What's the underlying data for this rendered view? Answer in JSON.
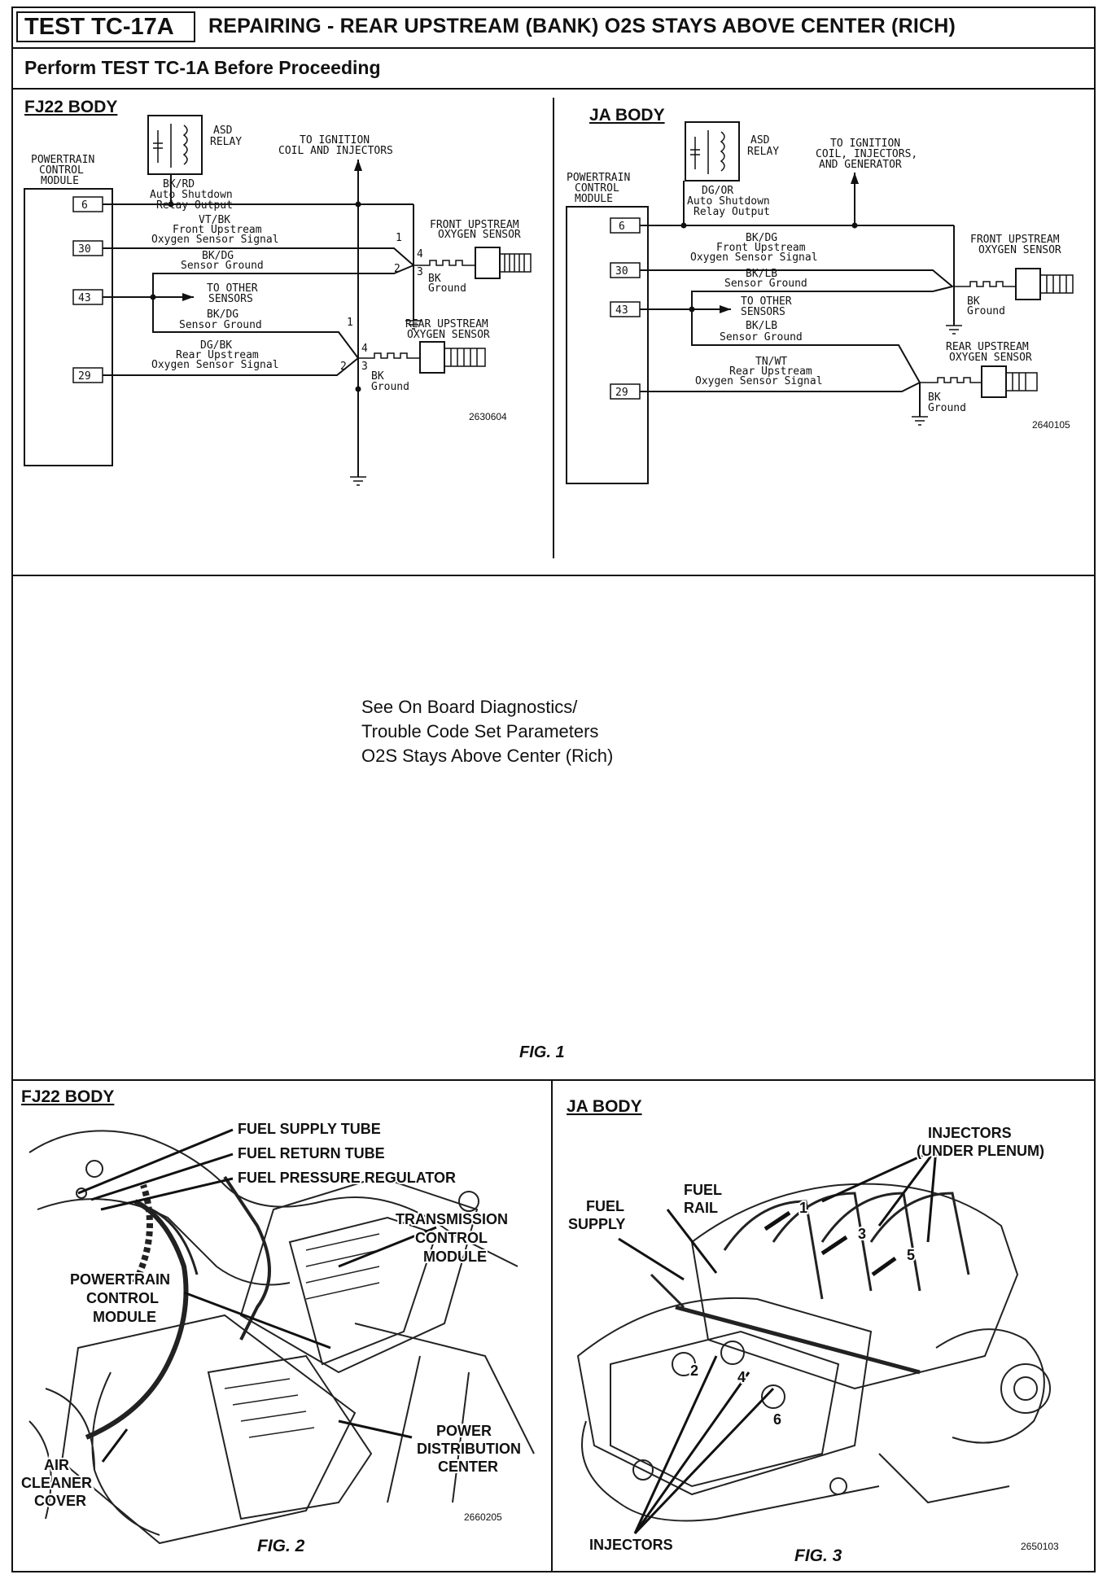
{
  "header": {
    "test_id": "TEST TC-17A",
    "title": "REPAIRING - REAR UPSTREAM (BANK) O2S STAYS ABOVE CENTER (RICH)",
    "perform": "Perform TEST TC-1A Before Proceeding"
  },
  "fj22_schematic": {
    "heading": "FJ22 BODY",
    "pcm": [
      "POWERTRAIN",
      "CONTROL",
      "MODULE"
    ],
    "pins": [
      "6",
      "30",
      "43",
      "29"
    ],
    "asd": [
      "ASD",
      "RELAY"
    ],
    "asd_wire": [
      "BK/RD",
      "Auto Shutdown",
      "Relay Output"
    ],
    "ignition": [
      "TO IGNITION",
      "COIL AND INJECTORS"
    ],
    "front_signal": [
      "VT/BK",
      "Front Upstream",
      "Oxygen Sensor Signal"
    ],
    "front_ground": [
      "BK/DG",
      "Sensor Ground"
    ],
    "other_sensors": [
      "TO OTHER",
      "SENSORS"
    ],
    "rear_ground": [
      "BK/DG",
      "Sensor Ground"
    ],
    "rear_signal": [
      "DG/BK",
      "Rear Upstream",
      "Oxygen Sensor Signal"
    ],
    "front_sensor": [
      "FRONT UPSTREAM",
      "OXYGEN SENSOR"
    ],
    "rear_sensor": [
      "REAR UPSTREAM",
      "OXYGEN SENSOR"
    ],
    "bk_ground": [
      "BK",
      "Ground"
    ],
    "pin_numbers": [
      "1",
      "4",
      "2",
      "3"
    ],
    "part_no": "2630604"
  },
  "ja_schematic": {
    "heading": "JA BODY",
    "pcm": [
      "POWERTRAIN",
      "CONTROL",
      "MODULE"
    ],
    "pins": [
      "6",
      "30",
      "43",
      "29"
    ],
    "asd": [
      "ASD",
      "RELAY"
    ],
    "asd_wire": [
      "DG/OR",
      "Auto Shutdown",
      "Relay Output"
    ],
    "ignition": [
      "TO IGNITION",
      "COIL, INJECTORS,",
      "AND GENERATOR"
    ],
    "front_signal": [
      "BK/DG",
      "Front Upstream",
      "Oxygen Sensor Signal"
    ],
    "front_ground": [
      "BK/LB",
      "Sensor Ground"
    ],
    "other_sensors": [
      "TO OTHER",
      "SENSORS"
    ],
    "rear_ground": [
      "BK/LB",
      "Sensor Ground"
    ],
    "rear_signal": [
      "TN/WT",
      "Rear Upstream",
      "Oxygen Sensor Signal"
    ],
    "front_sensor": [
      "FRONT UPSTREAM",
      "OXYGEN SENSOR"
    ],
    "rear_sensor": [
      "REAR UPSTREAM",
      "OXYGEN SENSOR"
    ],
    "bk_ground": [
      "BK",
      "Ground"
    ],
    "part_no": "2640105"
  },
  "note": [
    "See On Board Diagnostics/",
    "Trouble Code Set Parameters",
    "O2S Stays Above Center (Rich)"
  ],
  "fig1": "FIG. 1",
  "fig2_panel": {
    "heading": "FJ22 BODY",
    "labels": {
      "fuel_supply": "FUEL SUPPLY TUBE",
      "fuel_return": "FUEL RETURN TUBE",
      "fuel_pressure": "FUEL PRESSURE REGULATOR",
      "tcm": [
        "TRANSMISSION",
        "CONTROL",
        "MODULE"
      ],
      "pcm": [
        "POWERTRAIN",
        "CONTROL",
        "MODULE"
      ],
      "air_cleaner": [
        "AIR",
        "CLEANER",
        "COVER"
      ],
      "pdc": [
        "POWER",
        "DISTRIBUTION",
        "CENTER"
      ]
    },
    "part_no": "2660205",
    "caption": "FIG. 2"
  },
  "fig3_panel": {
    "heading": "JA BODY",
    "labels": {
      "injectors_under": [
        "INJECTORS",
        "(UNDER PLENUM)"
      ],
      "fuel_rail": [
        "FUEL",
        "RAIL"
      ],
      "fuel_supply": [
        "FUEL",
        "SUPPLY"
      ],
      "injectors": "INJECTORS",
      "numbers": [
        "1",
        "3",
        "5",
        "2",
        "4",
        "6"
      ]
    },
    "part_no": "2650103",
    "caption": "FIG. 3"
  }
}
